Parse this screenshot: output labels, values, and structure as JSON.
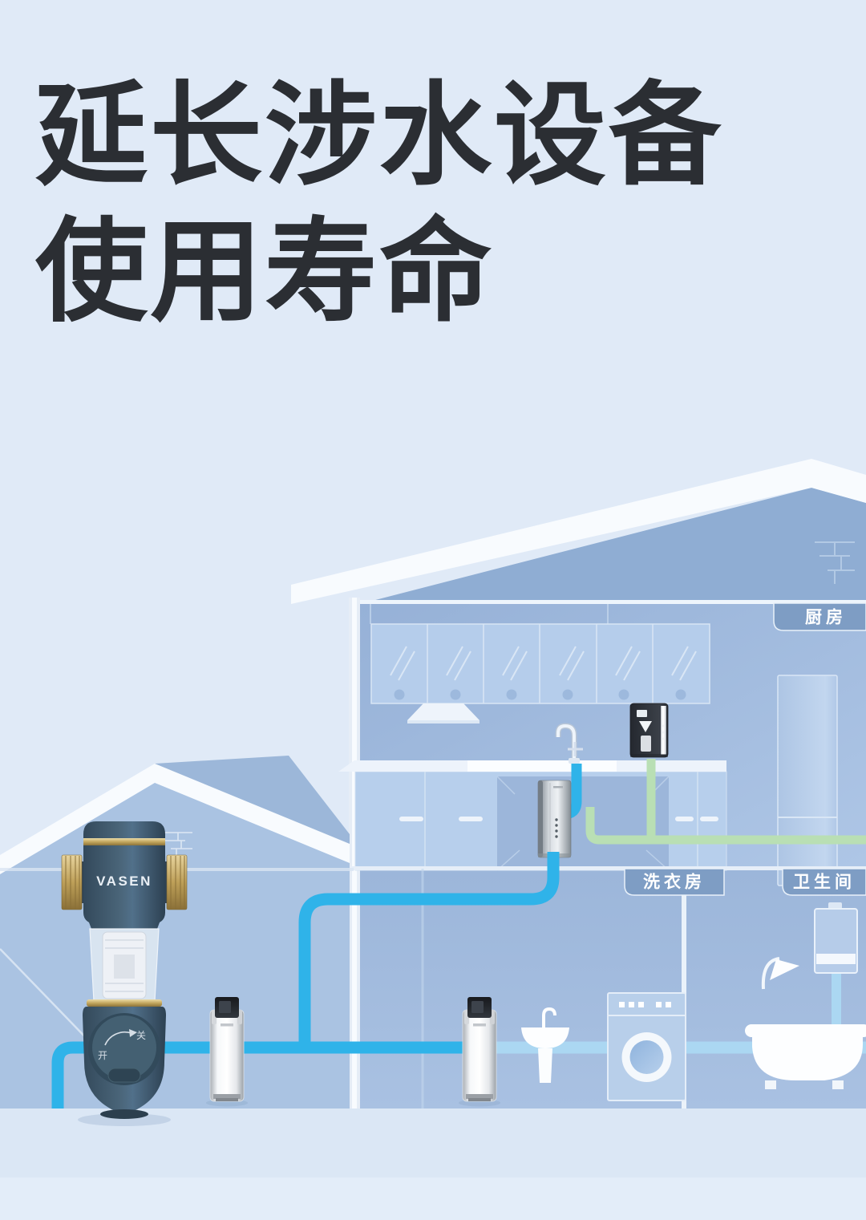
{
  "title": {
    "line1": "延长涉水设备",
    "line2": "使用寿命"
  },
  "rooms": {
    "kitchen": "厨房",
    "laundry": "洗衣房",
    "bathroom": "卫生间"
  },
  "product": {
    "brand": "VASEN",
    "knob_open": "开",
    "knob_close": "关"
  },
  "colors": {
    "background": "#e0eaf7",
    "title_text": "#2b2e33",
    "room_badge": "#7e9dc4",
    "house_gable": "#8fadd3",
    "cold_water_pipe": "#2fb3e9",
    "soft_water_pipe": "#abd7f2",
    "purified_water_pipe": "#b9dfb4",
    "product_body": "#3f5a6d",
    "brass_fitting": "#c2a55e"
  }
}
